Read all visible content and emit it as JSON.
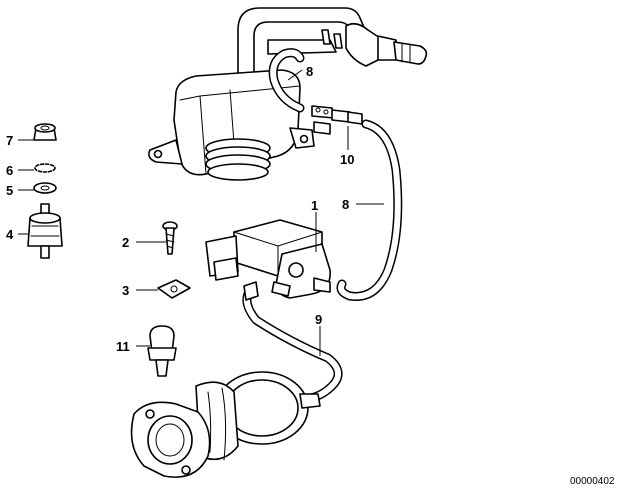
{
  "diagram": {
    "document_number": "00000402",
    "callouts": {
      "c1": "1",
      "c2": "2",
      "c3": "3",
      "c4": "4",
      "c5": "5",
      "c6": "6",
      "c7": "7",
      "c8a": "8",
      "c8b": "8",
      "c9": "9",
      "c10": "10",
      "c11": "11"
    }
  }
}
